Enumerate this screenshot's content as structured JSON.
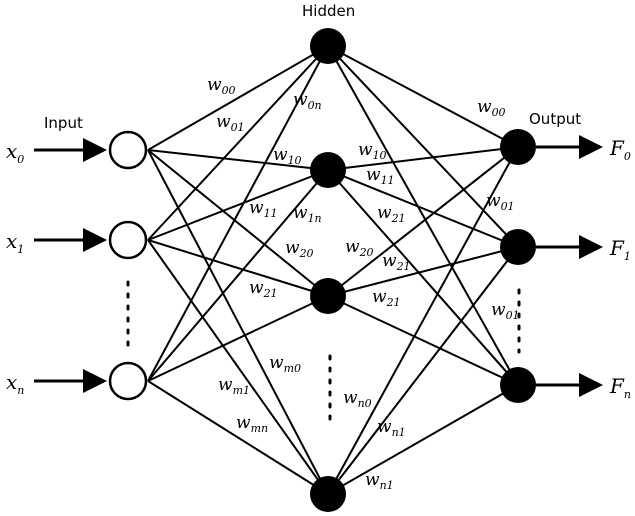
{
  "layers": {
    "input_label": "Input",
    "hidden_label": "Hidden",
    "output_label": "Output"
  },
  "inputs": [
    {
      "base": "x",
      "sub": "0"
    },
    {
      "base": "x",
      "sub": "1"
    },
    {
      "base": "x",
      "sub": "n"
    }
  ],
  "outputs": [
    {
      "base": "F",
      "sub": "0"
    },
    {
      "base": "F",
      "sub": "1"
    },
    {
      "base": "F",
      "sub": "n"
    }
  ],
  "input_hidden_weights": [
    {
      "base": "w",
      "sub": "00"
    },
    {
      "base": "w",
      "sub": "01"
    },
    {
      "base": "w",
      "sub": "0n"
    },
    {
      "base": "w",
      "sub": "10"
    },
    {
      "base": "w",
      "sub": "11"
    },
    {
      "base": "w",
      "sub": "1n"
    },
    {
      "base": "w",
      "sub": "20"
    },
    {
      "base": "w",
      "sub": "21"
    },
    {
      "base": "w",
      "sub": "m0"
    },
    {
      "base": "w",
      "sub": "m1"
    },
    {
      "base": "w",
      "sub": "mn"
    }
  ],
  "hidden_output_weights": [
    {
      "base": "w",
      "sub": "00"
    },
    {
      "base": "w",
      "sub": "10"
    },
    {
      "base": "w",
      "sub": "11"
    },
    {
      "base": "w",
      "sub": "01"
    },
    {
      "base": "w",
      "sub": "21"
    },
    {
      "base": "w",
      "sub": "20"
    },
    {
      "base": "w",
      "sub": "21"
    },
    {
      "base": "w",
      "sub": "21"
    },
    {
      "base": "w",
      "sub": "01"
    },
    {
      "base": "w",
      "sub": "n0"
    },
    {
      "base": "w",
      "sub": "n1"
    },
    {
      "base": "w",
      "sub": "n1"
    }
  ]
}
